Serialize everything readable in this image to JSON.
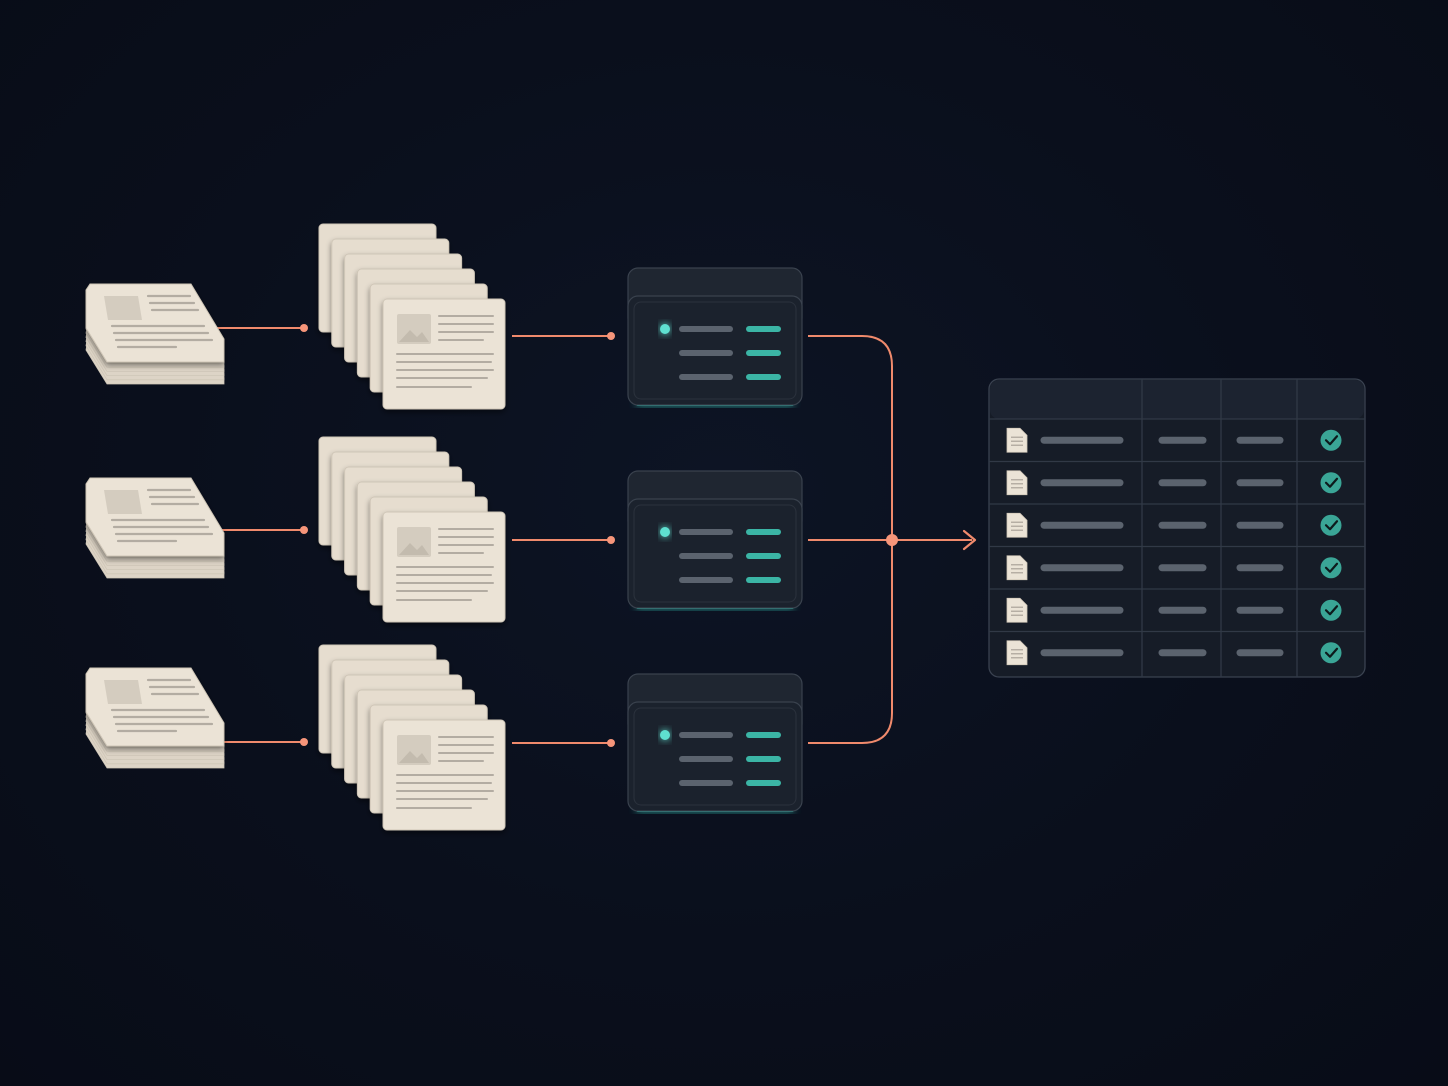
{
  "diagram": {
    "rows": 3,
    "pages_per_stack": 6,
    "cards_per_fan": 6,
    "table_rows": 6,
    "table_columns": 4
  },
  "colors": {
    "background": "#0a0f1c",
    "paper": "#ebe3d6",
    "paper_edge": "#cfc6b7",
    "paper_lines": "#b3aca2",
    "connector": "#f08a6c",
    "connector_dot": "#f6957a",
    "card_bg": "#1b222d",
    "card_border": "#3a424e",
    "card_glow": "#34d4c1",
    "teal_bar": "#3bb5a5",
    "gray_bar": "#5b636e",
    "status_dot": "#5fe0d0",
    "table_bg": "#161c27",
    "table_grid": "#313946",
    "check_circle": "#3aa596"
  },
  "icons": {
    "connector_arrow": "arrow-right-icon",
    "row_file": "file-icon",
    "row_status": "check-circle-icon",
    "page_image": "image-placeholder-icon"
  }
}
